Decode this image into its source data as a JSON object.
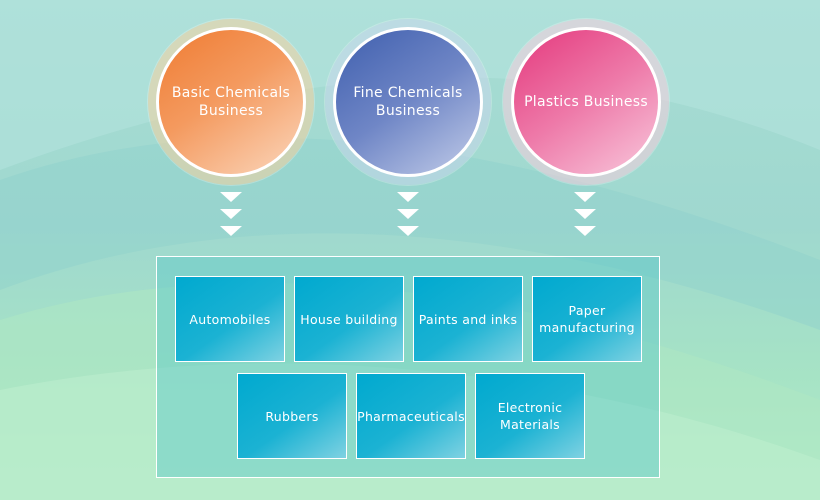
{
  "diagram": {
    "businesses": [
      {
        "label": "Basic Chemicals\nBusiness",
        "color": "#ef7c33"
      },
      {
        "label": "Fine Chemicals\nBusiness",
        "color": "#3f5fae"
      },
      {
        "label": "Plastics Business",
        "color": "#e4397d"
      }
    ],
    "industries": [
      "Automobiles",
      "House building",
      "Paints and inks",
      "Paper\nmanufacturing",
      "Rubbers",
      "Pharmaceuticals",
      "Electronic\nMaterials"
    ]
  }
}
